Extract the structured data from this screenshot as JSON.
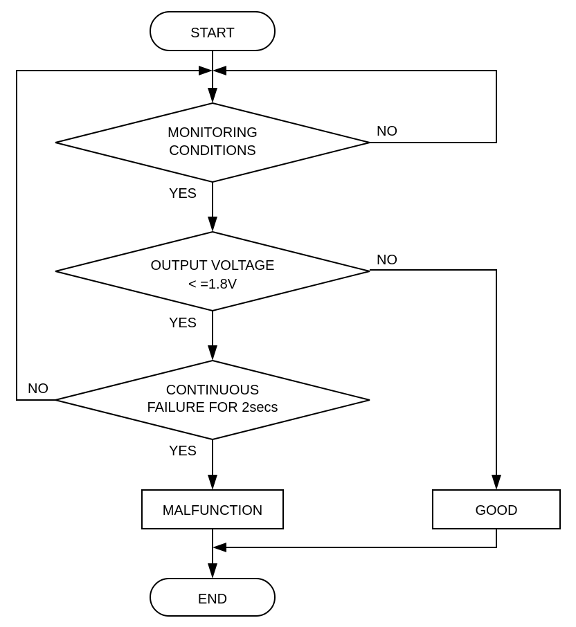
{
  "nodes": {
    "start": "START",
    "monitoring": [
      "MONITORING",
      "CONDITIONS"
    ],
    "output_voltage": [
      "OUTPUT VOLTAGE",
      "< =1.8V"
    ],
    "continuous": [
      "CONTINUOUS",
      "FAILURE FOR 2secs"
    ],
    "malfunction": "MALFUNCTION",
    "good": "GOOD",
    "end": "END"
  },
  "edge_labels": {
    "monitoring_no": "NO",
    "monitoring_yes": "YES",
    "output_no": "NO",
    "output_yes": "YES",
    "continuous_no": "NO",
    "continuous_yes": "YES"
  }
}
